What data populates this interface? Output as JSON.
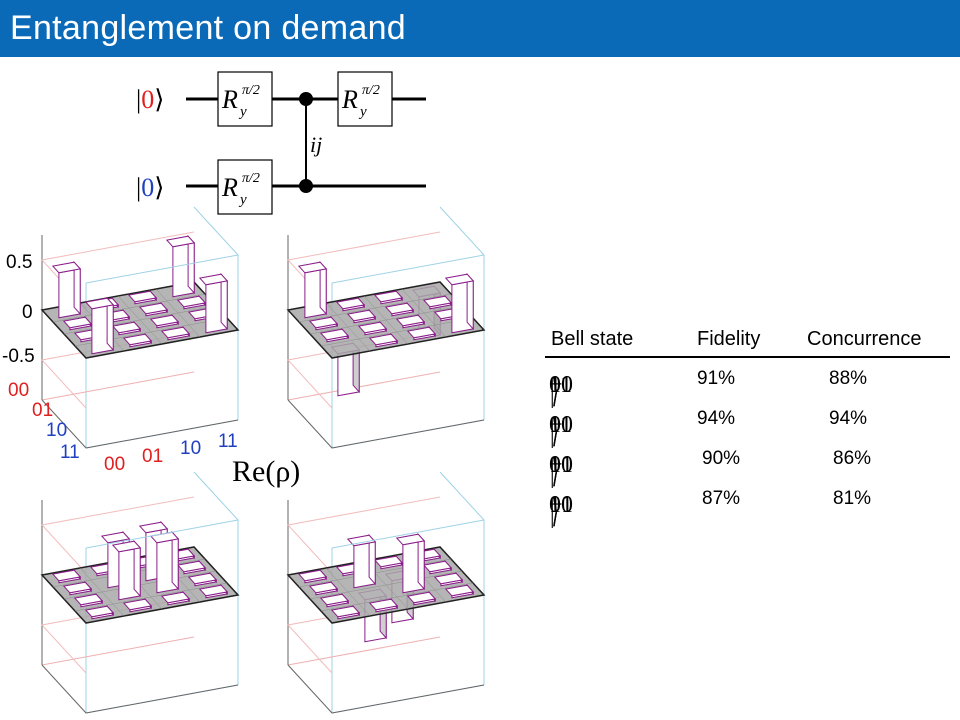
{
  "title": "Entanglement on demand",
  "circuit": {
    "input1": "0",
    "input2": "0",
    "gate_base": "R",
    "gate_sub": "y",
    "gate_sup": "π/2",
    "coupling_label": "ij"
  },
  "plot_axis": {
    "z_ticks": [
      "0.5",
      "0",
      "-0.5"
    ],
    "row_labels": [
      "00",
      "01",
      "10",
      "11"
    ],
    "col_labels": [
      "00",
      "01",
      "10",
      "11"
    ],
    "caption": "Re(ρ)"
  },
  "colors": {
    "title_bg": "#0b6ab8",
    "label_red": "#e02020",
    "label_blue": "#2040c0",
    "bar_edge": "#8a1e8a",
    "plane": "#a8a8a8"
  },
  "bell_table": {
    "headers": [
      "Bell state",
      "Fidelity",
      "Concurrence"
    ],
    "rows": [
      {
        "a": "00",
        "op": "+",
        "b": "11",
        "fidelity": "91%",
        "concurrence": "88%"
      },
      {
        "a": "00",
        "op": "−",
        "b": "11",
        "fidelity": "94%",
        "concurrence": "94%"
      },
      {
        "a": "01",
        "op": "+",
        "b": "10",
        "fidelity": "90%",
        "concurrence": "86%"
      },
      {
        "a": "01",
        "op": "−",
        "b": "10",
        "fidelity": "87%",
        "concurrence": "81%"
      }
    ]
  },
  "chart_data": [
    {
      "type": "bar3d",
      "name_hint": "state 1",
      "values": [
        [
          0.45,
          0,
          0,
          0.5
        ],
        [
          0,
          0,
          0,
          0
        ],
        [
          0,
          0,
          0,
          0
        ],
        [
          0.45,
          0,
          0,
          0.48
        ]
      ]
    },
    {
      "type": "bar3d",
      "name_hint": "state 2",
      "values": [
        [
          0.45,
          0,
          0,
          -0.42
        ],
        [
          0,
          0,
          0,
          0
        ],
        [
          0,
          0,
          0,
          0
        ],
        [
          -0.42,
          0,
          0,
          0.48
        ]
      ]
    },
    {
      "type": "bar3d",
      "name_hint": "state 3",
      "values": [
        [
          0,
          0,
          0,
          0
        ],
        [
          0,
          0.45,
          0.48,
          0
        ],
        [
          0,
          0.48,
          0.5,
          0
        ],
        [
          0,
          0,
          0,
          0
        ]
      ]
    },
    {
      "type": "bar3d",
      "name_hint": "state 4",
      "values": [
        [
          0,
          0,
          0,
          0
        ],
        [
          0,
          0.42,
          -0.42,
          0
        ],
        [
          0,
          -0.42,
          0.48,
          0
        ],
        [
          0,
          0,
          0,
          0
        ]
      ]
    }
  ]
}
